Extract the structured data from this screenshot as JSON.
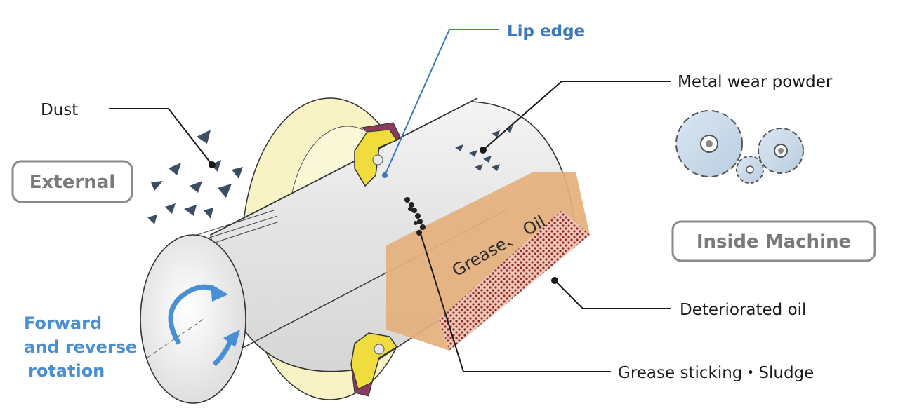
{
  "labels": {
    "lip_edge": "Lip edge",
    "metal_wear_powder": "Metal wear powder",
    "dust": "Dust",
    "external": "External",
    "inside_machine": "Inside Machine",
    "grease_oil": "Grease、 Oil",
    "deteriorated_oil": "Deteriorated oil",
    "grease_sticking_sludge": "Grease sticking・Sludge",
    "rotation_line1": "Forward",
    "rotation_line2": "and reverse",
    "rotation_line3": "rotation"
  },
  "colors": {
    "accent_blue": "#3a78c2",
    "rotation_blue": "#4a8fd4",
    "seal_yellow": "#f7f3c4",
    "grease_orange": "#e4b07c",
    "deteriorated_red": "#8a2a2a",
    "shaft_gray": "#e6e6e6",
    "dust_navy": "#3c4d66"
  }
}
